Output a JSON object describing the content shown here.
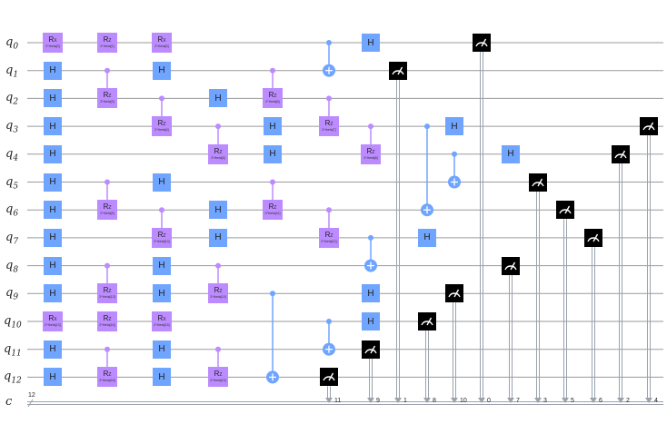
{
  "qubits": [
    "0",
    "1",
    "2",
    "3",
    "4",
    "5",
    "6",
    "7",
    "8",
    "9",
    "10",
    "11",
    "12"
  ],
  "classical_register": {
    "label": "c",
    "size": "12"
  },
  "gate_labels": {
    "H": "H",
    "RX": "R",
    "RX_sub": "X",
    "RZ": "R",
    "RZ_sub": "Z"
  },
  "colors": {
    "hadamard": "#6fa4ff",
    "rotation": "#bb8bff",
    "cnot": "#6fa4ff",
    "measure": "#000000",
    "wire": "#9a9a9a",
    "creg": "#9aa3ad"
  },
  "circuit": [
    {
      "k": "rx",
      "q": 0,
      "col": 0,
      "p": "2*theta[0]"
    },
    {
      "k": "h",
      "q": 1,
      "col": 0
    },
    {
      "k": "h",
      "q": 2,
      "col": 0
    },
    {
      "k": "h",
      "q": 3,
      "col": 0
    },
    {
      "k": "h",
      "q": 4,
      "col": 0
    },
    {
      "k": "h",
      "q": 5,
      "col": 0
    },
    {
      "k": "h",
      "q": 6,
      "col": 0
    },
    {
      "k": "h",
      "q": 7,
      "col": 0
    },
    {
      "k": "h",
      "q": 8,
      "col": 0
    },
    {
      "k": "h",
      "q": 9,
      "col": 0
    },
    {
      "k": "rx",
      "q": 10,
      "col": 0,
      "p": "2*theta[13]"
    },
    {
      "k": "h",
      "q": 11,
      "col": 0
    },
    {
      "k": "h",
      "q": 12,
      "col": 0
    },
    {
      "k": "rz",
      "q": 0,
      "col": 1,
      "p": "2*theta[1]"
    },
    {
      "k": "crz",
      "c": 1,
      "t": 2,
      "col": 1,
      "p": "2*theta[3]"
    },
    {
      "k": "crz",
      "c": 5,
      "t": 6,
      "col": 1,
      "p": "2*theta[9]"
    },
    {
      "k": "crz",
      "c": 8,
      "t": 9,
      "col": 1,
      "p": "2*theta[13]"
    },
    {
      "k": "rz",
      "q": 10,
      "col": 1,
      "p": "2*theta[16]"
    },
    {
      "k": "crz",
      "c": 11,
      "t": 12,
      "col": 1,
      "p": "2*theta[18]"
    },
    {
      "k": "rx",
      "q": 0,
      "col": 2,
      "p": "2*theta[0]"
    },
    {
      "k": "h",
      "q": 1,
      "col": 2
    },
    {
      "k": "crz",
      "c": 2,
      "t": 3,
      "col": 2,
      "p": "2*theta[4]"
    },
    {
      "k": "h",
      "q": 5,
      "col": 2
    },
    {
      "k": "crz",
      "c": 6,
      "t": 7,
      "col": 2,
      "p": "2*theta[10]"
    },
    {
      "k": "h",
      "q": 8,
      "col": 2
    },
    {
      "k": "h",
      "q": 9,
      "col": 2
    },
    {
      "k": "rx",
      "q": 10,
      "col": 2,
      "p": "2*theta[15]"
    },
    {
      "k": "h",
      "q": 11,
      "col": 2
    },
    {
      "k": "h",
      "q": 12,
      "col": 2
    },
    {
      "k": "h",
      "q": 2,
      "col": 3
    },
    {
      "k": "crz",
      "c": 3,
      "t": 4,
      "col": 3,
      "p": "2*theta[5]"
    },
    {
      "k": "h",
      "q": 6,
      "col": 3
    },
    {
      "k": "h",
      "q": 7,
      "col": 3
    },
    {
      "k": "crz",
      "c": 8,
      "t": 9,
      "col": 3,
      "p": "2*theta[14]"
    },
    {
      "k": "crz",
      "c": 11,
      "t": 12,
      "col": 3,
      "p": "2*theta[19]"
    },
    {
      "k": "crz",
      "c": 1,
      "t": 2,
      "col": 4,
      "p": "2*theta[6]"
    },
    {
      "k": "h",
      "q": 3,
      "col": 4
    },
    {
      "k": "h",
      "q": 4,
      "col": 4
    },
    {
      "k": "crz",
      "c": 5,
      "t": 6,
      "col": 4,
      "p": "2*theta[11]"
    },
    {
      "k": "cx",
      "c": 9,
      "t": 12,
      "col": 4
    },
    {
      "k": "cx",
      "c": 0,
      "t": 1,
      "col": 5
    },
    {
      "k": "crz",
      "c": 2,
      "t": 3,
      "col": 5,
      "p": "2*theta[7]"
    },
    {
      "k": "crz",
      "c": 6,
      "t": 7,
      "col": 5,
      "p": "2*theta[12]"
    },
    {
      "k": "cx",
      "c": 10,
      "t": 11,
      "col": 5
    },
    {
      "k": "m",
      "q": 12,
      "col": 5,
      "b": "11"
    },
    {
      "k": "h",
      "q": 0,
      "col": 6
    },
    {
      "k": "crz",
      "c": 3,
      "t": 4,
      "col": 6,
      "p": "2*theta[8]"
    },
    {
      "k": "cx",
      "c": 7,
      "t": 8,
      "col": 6
    },
    {
      "k": "h",
      "q": 9,
      "col": 6
    },
    {
      "k": "h",
      "q": 10,
      "col": 6
    },
    {
      "k": "m",
      "q": 11,
      "col": 6,
      "b": "9"
    },
    {
      "k": "m",
      "q": 1,
      "col": 7,
      "b": "1"
    },
    {
      "k": "cx",
      "c": 3,
      "t": 6,
      "col": 8
    },
    {
      "k": "h",
      "q": 7,
      "col": 8
    },
    {
      "k": "m",
      "q": 10,
      "col": 8,
      "b": "8"
    },
    {
      "k": "h",
      "q": 3,
      "col": 9
    },
    {
      "k": "cx",
      "c": 4,
      "t": 5,
      "col": 9
    },
    {
      "k": "m",
      "q": 9,
      "col": 9,
      "b": "10"
    },
    {
      "k": "m",
      "q": 0,
      "col": 10,
      "b": "0"
    },
    {
      "k": "h",
      "q": 4,
      "col": 11
    },
    {
      "k": "m",
      "q": 8,
      "col": 11,
      "b": "7"
    },
    {
      "k": "m",
      "q": 5,
      "col": 12,
      "b": "3"
    },
    {
      "k": "m",
      "q": 6,
      "col": 13,
      "b": "5"
    },
    {
      "k": "m",
      "q": 7,
      "col": 14,
      "b": "6"
    },
    {
      "k": "m",
      "q": 4,
      "col": 15,
      "b": "2"
    },
    {
      "k": "m",
      "q": 3,
      "col": 16,
      "b": "4"
    }
  ]
}
